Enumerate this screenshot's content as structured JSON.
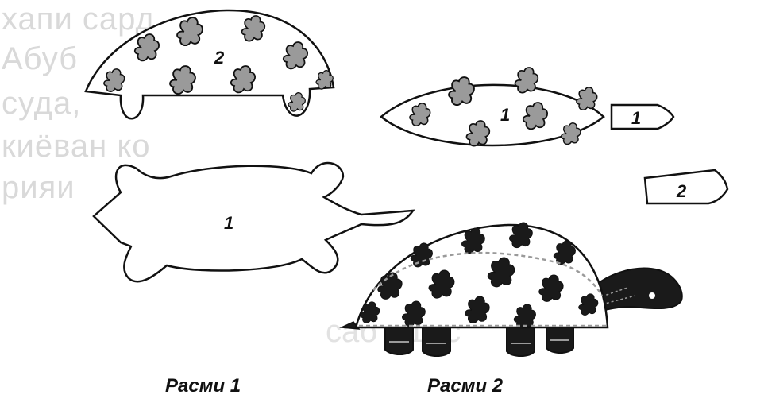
{
  "captions": {
    "figure1": "Расми 1",
    "figure2": "Расми 2"
  },
  "pieces": {
    "shell_top": "2",
    "body_pattern": "1",
    "head_side": "1",
    "shell_side": "1",
    "head_small": "2"
  },
  "background_lines": [
    "хапи сард",
    "Абуб",
    "суда,",
    "киёван ко",
    "рияи"
  ],
  "background_tail": "саб , шус",
  "colors": {
    "ink": "#111111",
    "spot_gray": "#9a9a9a",
    "spot_dark": "#1a1a1a"
  }
}
